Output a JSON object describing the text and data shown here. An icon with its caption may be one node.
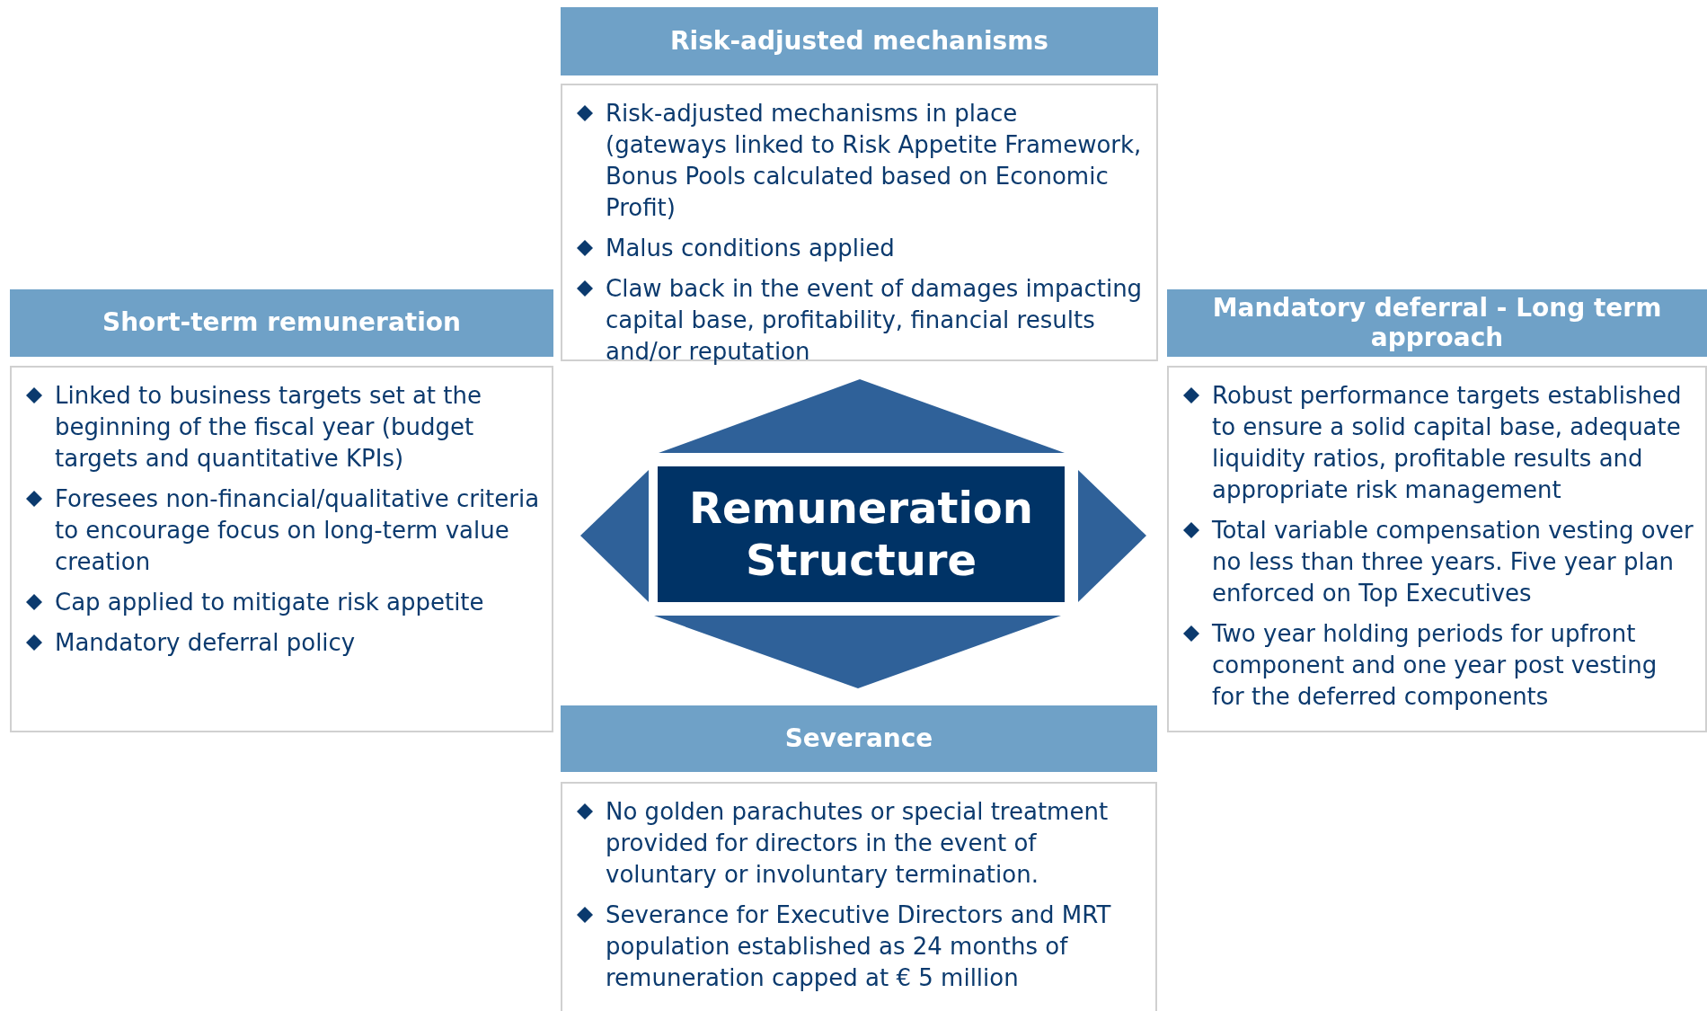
{
  "diagram": {
    "nodes": [
      {
        "text": [
          "Risk-adjusted mechanisms"
        ]
      },
      {
        "text": [
          "Risk-adjusted mechanisms in place (gateways linked to Risk Appetite Framework, Bonus Pools calculated based on Economic Profit)",
          "Malus conditions applied",
          "Claw back in the event of damages impacting capital base, profitability, financial results and/or reputation"
        ]
      },
      {
        "text": [
          "Short-term remuneration"
        ]
      },
      {
        "text": [
          "Linked to business targets set at the beginning of the fiscal year (budget targets and quantitative KPIs)",
          "Foresees non-financial/qualitative criteria to encourage focus on long-term value creation",
          "Cap applied to mitigate risk appetite",
          "Mandatory deferral policy"
        ]
      },
      {
        "text": [
          "Remuneration Structure"
        ]
      },
      {
        "text": [
          "Mandatory deferral - Long term approach"
        ]
      },
      {
        "text": [
          "Robust performance targets established to ensure a solid capital base, adequate liquidity ratios, profitable results and appropriate risk management",
          "Total variable compensation vesting over no less than three years. Five year plan enforced on Top Executives",
          "Two year holding periods for upfront component and one year post vesting for the deferred components"
        ]
      },
      {
        "text": [
          "Severance"
        ]
      },
      {
        "text": [
          "No golden parachutes or special treatment provided for directors in the event of voluntary or involuntary termination.",
          "Severance for Executive Directors and MRT population established as 24 months of remuneration capped at € 5 million"
        ]
      }
    ],
    "edges": []
  }
}
